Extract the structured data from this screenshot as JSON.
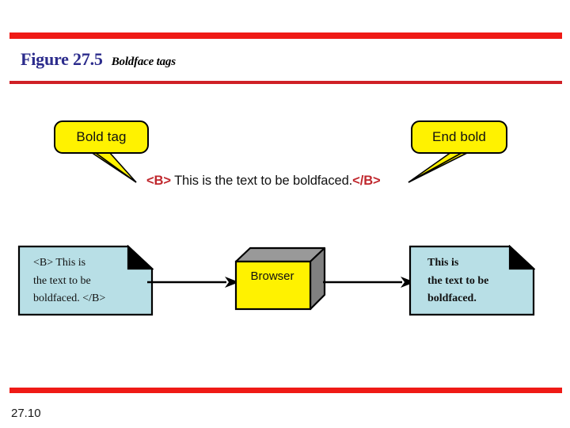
{
  "slide": {
    "page_number": "27.10",
    "accent_color": "#ef1a16",
    "divider_color": "#cf2026"
  },
  "heading": {
    "figure_label": "Figure 27.5",
    "figure_caption": "Boldface tags",
    "label_color": "#2c2c8c",
    "caption_color": "#000000"
  },
  "callouts": [
    {
      "id": "bold-tag",
      "label": "Bold tag",
      "fill": "#fff200",
      "stroke": "#000000",
      "tail_direction": "down-right"
    },
    {
      "id": "end-bold",
      "label": "End bold",
      "fill": "#fff200",
      "stroke": "#000000",
      "tail_direction": "down-left"
    }
  ],
  "code_line": {
    "open_tag": "<B>",
    "body": " This is the text to be boldfaced.",
    "close_tag": "</B>",
    "tag_color": "#c0272d",
    "body_color": "#111111"
  },
  "flow": {
    "input_document": {
      "name": "input-document",
      "fill": "#b8dfe6",
      "lines": [
        "<B> This is",
        "the text to be",
        "boldfaced. </B>"
      ],
      "bold": false
    },
    "processor": {
      "name": "browser",
      "label": "Browser",
      "front_fill": "#fff200",
      "side_fill": "#808080",
      "top_fill": "#999999"
    },
    "output_document": {
      "name": "output-document",
      "fill": "#b8dfe6",
      "lines": [
        "This is",
        "the text to be",
        "boldfaced."
      ],
      "bold": true
    },
    "arrows": [
      {
        "name": "arrow-input-to-browser",
        "direction": "right"
      },
      {
        "name": "arrow-browser-to-output",
        "direction": "right"
      }
    ]
  }
}
